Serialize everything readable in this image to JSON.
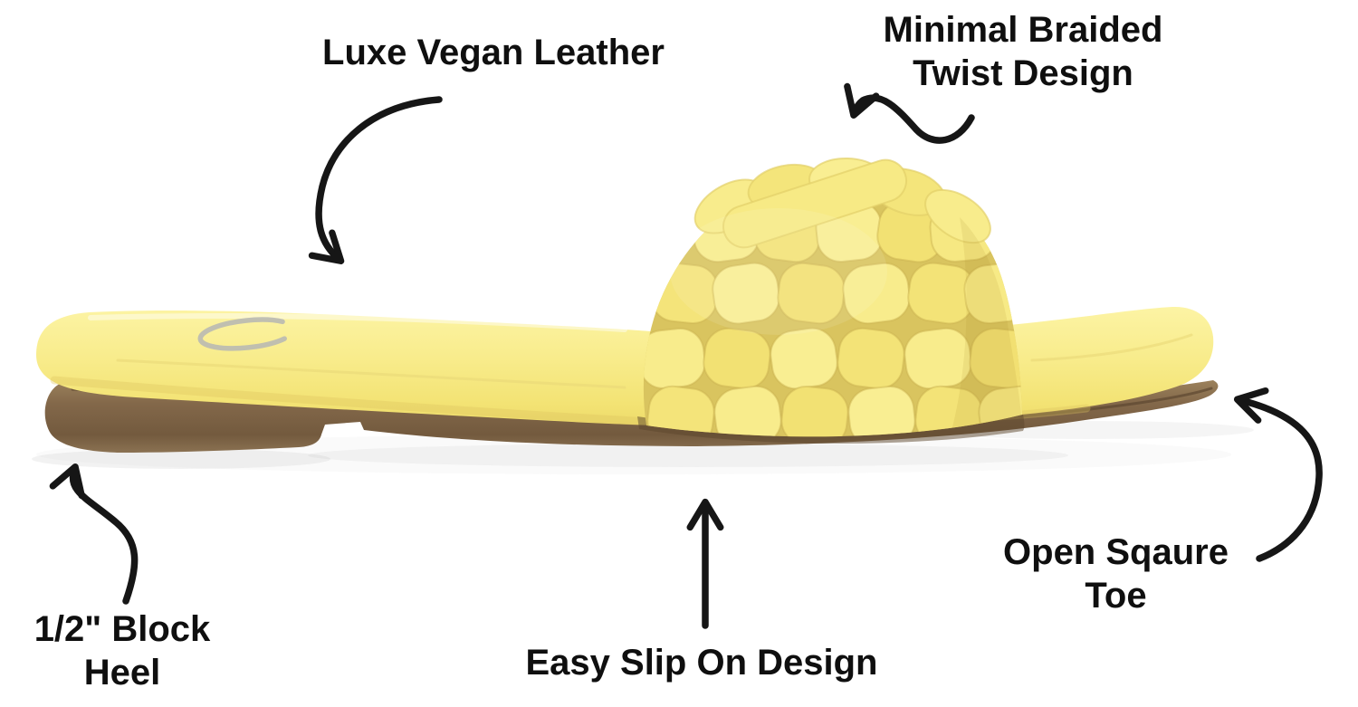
{
  "colors": {
    "background": "#ffffff",
    "text": "#0f0f0f",
    "arrow": "#161616",
    "upper": "#f6e87f",
    "upper_light": "#fdf5a8",
    "upper_dark": "#eeda64",
    "crevice": "#d9c45f",
    "sole": "#8a6f4e",
    "sole_dark": "#6e5539",
    "sole_light": "#9d845f",
    "shadow_band": "#5b452c",
    "logo_silver": "#b9b9b2"
  },
  "product": {
    "description": "Yellow braided vegan-leather slide sandal, side view",
    "insole_logo_glyph": "C"
  },
  "callouts": {
    "vegan_leather": {
      "label": "Luxe Vegan Leather"
    },
    "braided_twist": {
      "line1": "Minimal Braided",
      "line2": "Twist Design"
    },
    "block_heel": {
      "line1": "1/2\" Block",
      "line2": "Heel"
    },
    "slip_on": {
      "label": "Easy Slip On Design"
    },
    "square_toe": {
      "line1": "Open Sqaure",
      "line2": "Toe"
    }
  }
}
